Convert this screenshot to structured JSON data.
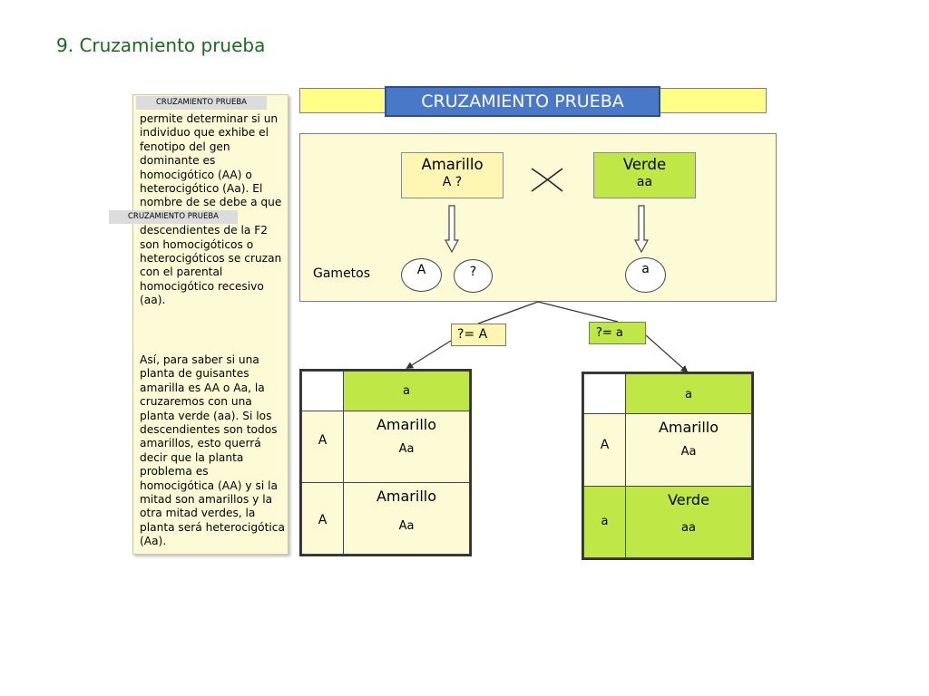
{
  "slide": {
    "title": "9. Cruzamiento prueba"
  },
  "text_panel": {
    "tag_top": "CRUZAMIENTO PRUEBA",
    "tag_mid": "CRUZAMIENTO PRUEBA",
    "paragraph_1": "permite determinar si un individuo que exhibe el fenotipo del gen dominante es homocigótico (AA) o heterocigótico (Aa). El nombre de se debe a que para saber si los descendientes de la F2 son homocigóticos o heterocigóticos se cruzan con el parental homocigótico recesivo (aa).",
    "paragraph_2": " Así, para saber si una planta de guisantes amarilla es AA o Aa, la cruzaremos con una planta verde (aa). Si los descendientes son todos amarillos, esto querrá decir que la planta problema es homocigótica (AA) y si la mitad son amarillos y la otra mitad verdes, la planta será heterocigótica (Aa)."
  },
  "header": {
    "title": "CRUZAMIENTO PRUEBA"
  },
  "cross": {
    "parent_1": {
      "name": "Amarillo",
      "genotype": "A ?"
    },
    "parent_2": {
      "name": "Verde",
      "genotype": "aa"
    },
    "gametes_label": "Gametos",
    "gametes_1": [
      "A",
      "?"
    ],
    "gametes_2": [
      "a"
    ]
  },
  "hypotheses": [
    "?= A",
    "?= a"
  ],
  "tables": [
    {
      "col_header": "a",
      "rows": [
        {
          "gamete": "A",
          "phenotype": "Amarillo",
          "genotype": "Aa"
        },
        {
          "gamete": "A",
          "phenotype": "Amarillo",
          "genotype": "Aa"
        }
      ]
    },
    {
      "col_header": "a",
      "rows": [
        {
          "gamete": "A",
          "phenotype": "Amarillo",
          "genotype": "Aa"
        },
        {
          "gamete": "a",
          "phenotype": "Verde",
          "genotype": "aa"
        }
      ]
    }
  ],
  "colors": {
    "title": "#1a6b1a",
    "header_blue": "#4a78c8",
    "yellow": "#ffff88",
    "green": "#bfe846",
    "cream": "#fdfbd6"
  }
}
